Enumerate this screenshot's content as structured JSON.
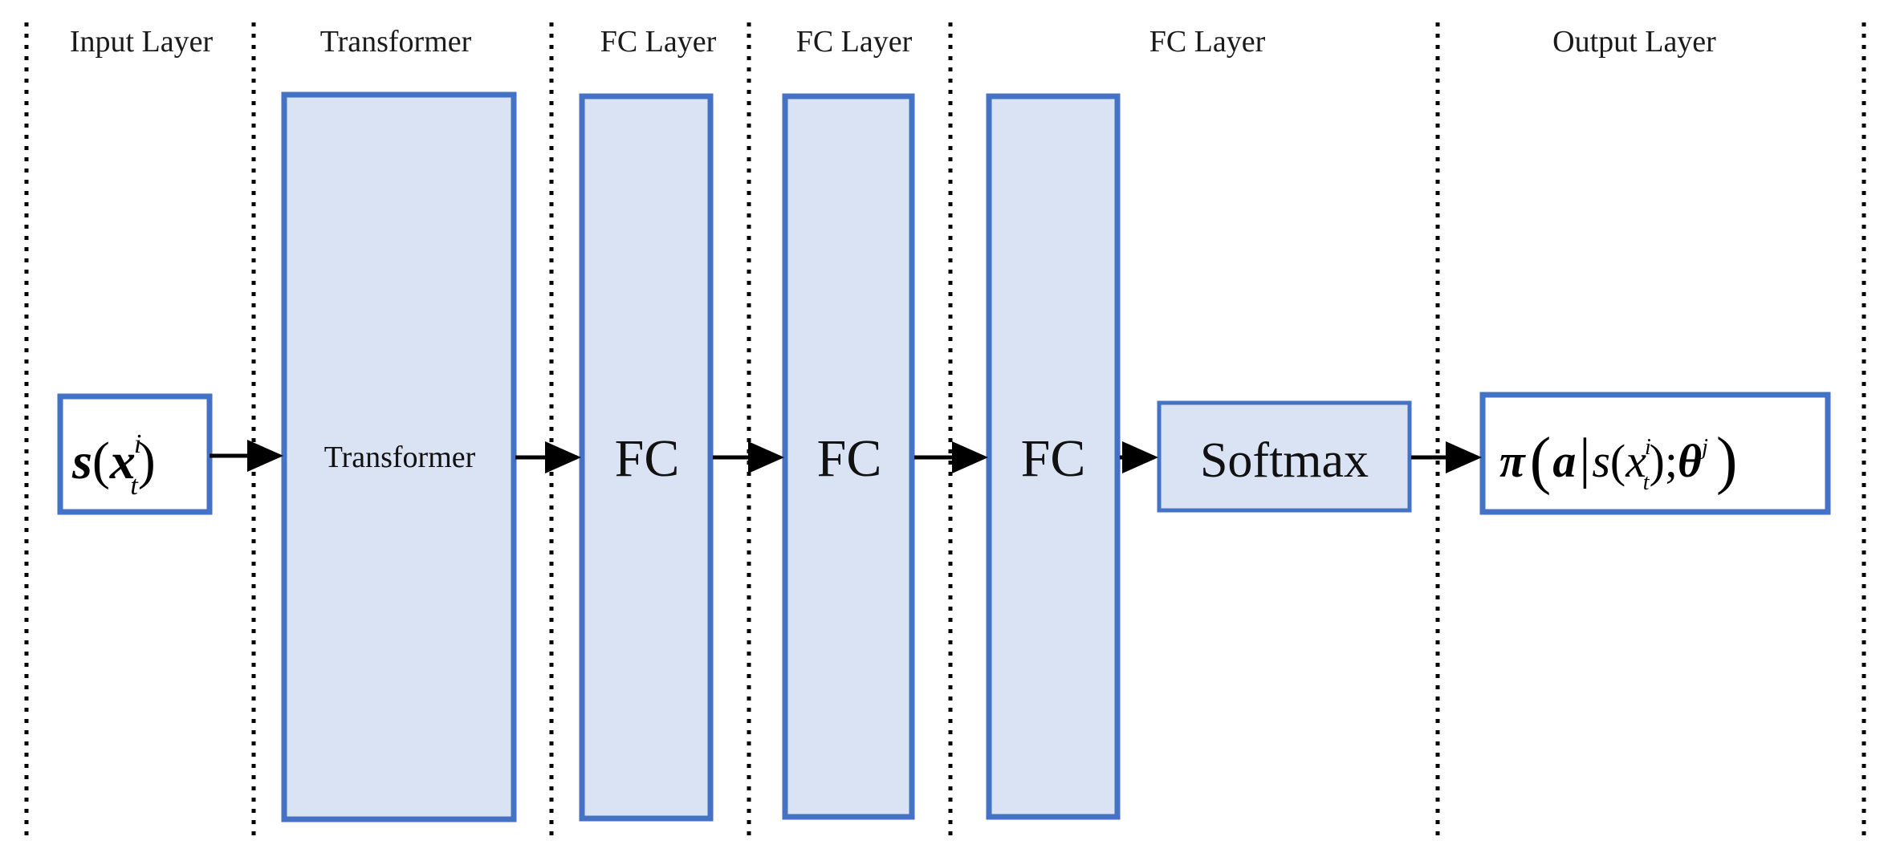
{
  "colors": {
    "box_fill": "#dae3f3",
    "box_stroke": "#4472c4",
    "arrow": "#000000",
    "divider": "#000000"
  },
  "headers": {
    "input": "Input Layer",
    "transformer": "Transformer",
    "fc1": "FC Layer",
    "fc2": "FC Layer",
    "fc3": "FC Layer",
    "output": "Output Layer"
  },
  "boxes": {
    "transformer": "Transformer",
    "fc1": "FC",
    "fc2": "FC",
    "fc3": "FC",
    "softmax": "Softmax"
  },
  "input_formula": {
    "fn": "s",
    "open": "(",
    "var": "x",
    "sup": "i",
    "sub": "t",
    "close": ")"
  },
  "output_formula": {
    "pi": "π",
    "open": "(",
    "a": "a",
    "bar": "|",
    "s": "s",
    "x": "x",
    "sup": "i",
    "sub": "t",
    "semicolon": ";",
    "theta": "θ",
    "theta_sup": "j",
    "close": ")"
  }
}
